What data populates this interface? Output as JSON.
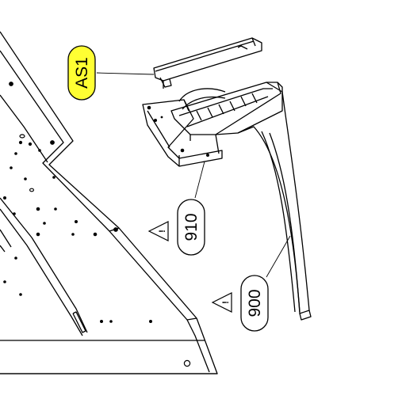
{
  "callouts": {
    "as1": {
      "label": "AS1",
      "fill": "#ffff33"
    },
    "p910": {
      "label": "910"
    },
    "p900": {
      "label": "900"
    }
  },
  "warning_symbol": {
    "glyph": "!",
    "icon": "warning-triangle-icon"
  },
  "colors": {
    "line": "#000000",
    "paper": "#ffffff",
    "highlight": "#ffff33"
  }
}
